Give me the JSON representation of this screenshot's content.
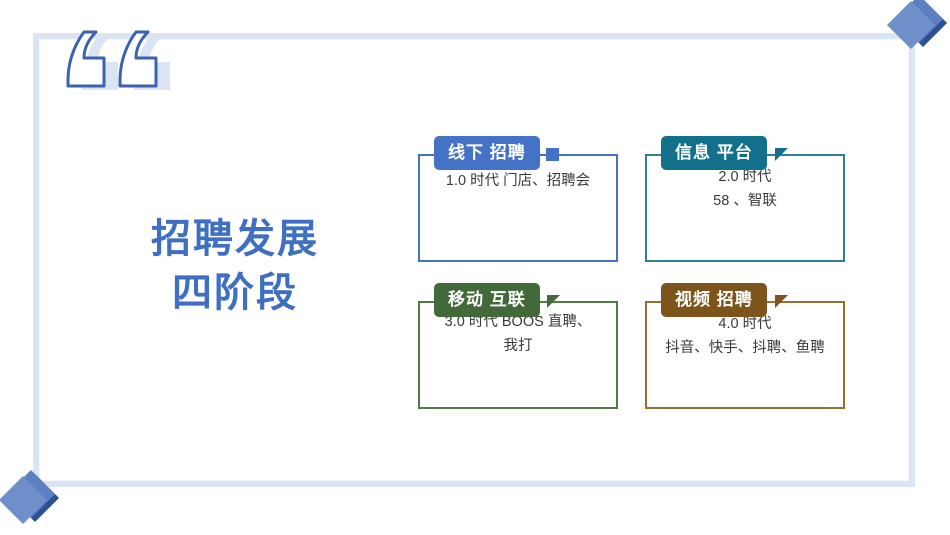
{
  "slide": {
    "title_line1": "招聘发展",
    "title_line2": "四阶段",
    "title_color": "#3f6fc0",
    "quote_icon": "double-quote-icon",
    "background": "#ffffff",
    "frame_color": "#dbe4f3"
  },
  "decor": {
    "diamond_top_right": "diamond-icon",
    "diamond_bottom_left": "diamond-icon",
    "diamond_colors": [
      "#6f8fcb",
      "#5d80c2",
      "#2f4f93"
    ]
  },
  "cards": [
    {
      "id": "offline-recruitment",
      "banner": "线下 招聘",
      "body": "1.0 时代 门店、招聘会",
      "accent": "#4472c4",
      "border": "#4472c4"
    },
    {
      "id": "information-platform",
      "banner": "信息 平台",
      "body": "2.0 时代\n58 、智联",
      "accent": "#13708a",
      "border": "#2f7f97"
    },
    {
      "id": "mobile-internet",
      "banner": "移动 互联",
      "body": "3.0 时代  BOOS 直聘、\n我打",
      "accent": "#41693a",
      "border": "#527a47"
    },
    {
      "id": "video-recruitment",
      "banner": "视频 招聘",
      "body": "4.0 时代\n抖音、快手、抖聘、鱼聘",
      "accent": "#7d551b",
      "border": "#96702e"
    }
  ]
}
